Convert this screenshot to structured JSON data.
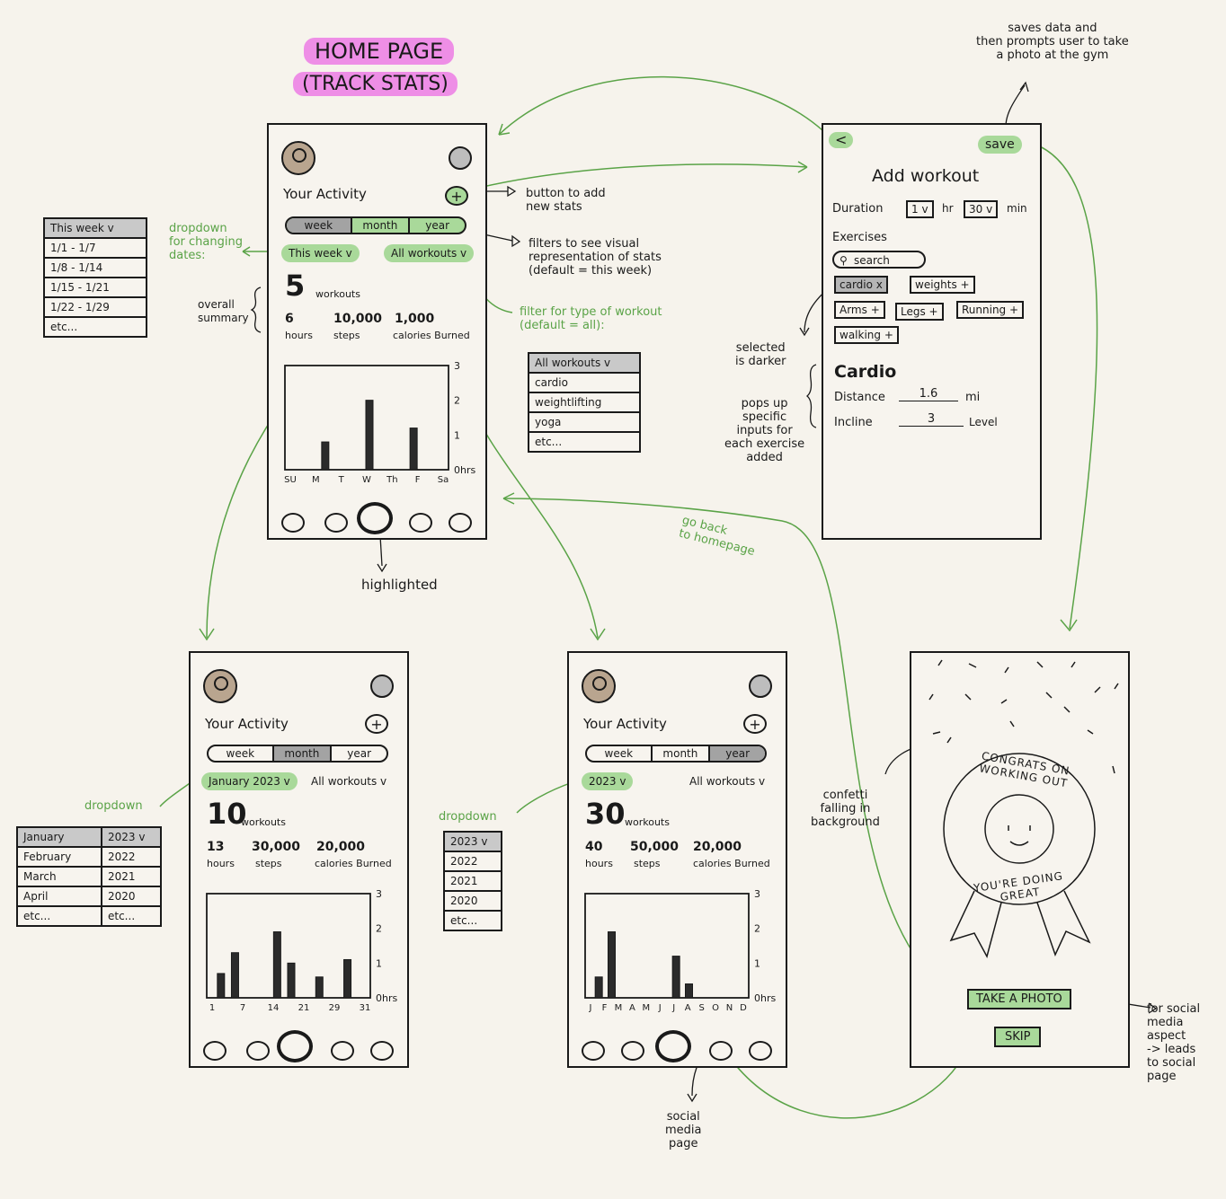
{
  "colors": {
    "arrow": "#5aa347",
    "highlight": "#a9d99a",
    "title_highlight": "#ee8ee6",
    "selected": "#a3a3a3"
  },
  "header": {
    "title": "HOME PAGE",
    "subtitle": "(TRACK STATS)"
  },
  "home": {
    "activity_label": "Your Activity",
    "plus": "+",
    "tabs": [
      "week",
      "month",
      "year"
    ],
    "date_filter": "This week v",
    "workout_filter": "All workouts v",
    "count": "5",
    "count_label": "workouts",
    "stats": [
      {
        "value": "6",
        "label": "hours"
      },
      {
        "value": "10,000",
        "label": "steps"
      },
      {
        "value": "1,000",
        "label": "calories Burned"
      }
    ],
    "y_ticks": [
      "3",
      "2",
      "1",
      "0hrs"
    ],
    "x_labels": [
      "SU",
      "M",
      "T",
      "W",
      "Th",
      "F",
      "Sa"
    ],
    "bars": [
      0,
      0.8,
      0,
      2.0,
      0,
      1.2,
      0
    ]
  },
  "month": {
    "activity_label": "Your Activity",
    "plus": "+",
    "tabs": [
      "week",
      "month",
      "year"
    ],
    "date_filter": "January 2023 v",
    "workout_filter": "All workouts v",
    "count": "10",
    "count_label": "workouts",
    "stats": [
      {
        "value": "13",
        "label": "hours"
      },
      {
        "value": "30,000",
        "label": "steps"
      },
      {
        "value": "20,000",
        "label": "calories Burned"
      }
    ],
    "y_ticks": [
      "3",
      "2",
      "1",
      "0hrs"
    ],
    "x_labels": [
      "1",
      "7",
      "14",
      "21",
      "29",
      "31"
    ],
    "bars": [
      0.7,
      1.3,
      0,
      0,
      1.9,
      1.0,
      0,
      0.6,
      0,
      1.1,
      0
    ]
  },
  "year": {
    "activity_label": "Your Activity",
    "plus": "+",
    "tabs": [
      "week",
      "month",
      "year"
    ],
    "date_filter": "2023 v",
    "workout_filter": "All workouts v",
    "count": "30",
    "count_label": "workouts",
    "stats": [
      {
        "value": "40",
        "label": "hours"
      },
      {
        "value": "50,000",
        "label": "steps"
      },
      {
        "value": "20,000",
        "label": "calories Burned"
      }
    ],
    "y_ticks": [
      "3",
      "2",
      "1",
      "0hrs"
    ],
    "x_labels": [
      "J",
      "F",
      "M",
      "A",
      "M",
      "J",
      "J",
      "A",
      "S",
      "O",
      "N",
      "D"
    ],
    "bars": [
      0.6,
      1.9,
      0,
      0,
      0,
      0,
      1.2,
      0.4,
      0,
      0,
      0,
      0
    ]
  },
  "week_dropdown": [
    "This week v",
    "1/1 - 1/7",
    "1/8 - 1/14",
    "1/15 - 1/21",
    "1/22 - 1/29",
    "etc..."
  ],
  "workout_dropdown": [
    "All workouts v",
    "cardio",
    "weightlifting",
    "yoga",
    "etc..."
  ],
  "month_dropdown": {
    "months": [
      "January",
      "February",
      "March",
      "April",
      "etc..."
    ],
    "years": [
      "2023 v",
      "2022",
      "2021",
      "2020",
      "etc..."
    ]
  },
  "year_dropdown": [
    "2023 v",
    "2022",
    "2021",
    "2020",
    "etc..."
  ],
  "add_workout": {
    "back": "<",
    "save": "save",
    "title": "Add workout",
    "duration_label": "Duration",
    "hr_value": "1 v",
    "hr_label": "hr",
    "min_value": "30 v",
    "min_label": "min",
    "exercises_label": "Exercises",
    "search": "search",
    "tags": [
      "cardio x",
      "weights +",
      "Arms +",
      "Legs +",
      "Running +",
      "walking +"
    ],
    "section": "Cardio",
    "distance_label": "Distance",
    "distance_value": "1.6",
    "distance_unit": "mi",
    "incline_label": "Incline",
    "incline_value": "3",
    "incline_unit": "Level"
  },
  "congrats": {
    "top": "CONGRATS ON WORKING OUT",
    "bottom": "YOU'RE DOING GREAT",
    "photo": "TAKE A PHOTO",
    "skip": "SKIP"
  },
  "notes": {
    "dropdown_dates": "dropdown\nfor changing\ndates:",
    "overall_summary": "overall\nsummary",
    "button_add": "button to add\nnew stats",
    "filters": "filters to see visual\nrepresentation of stats\n(default = this week)",
    "filter_type": "filter for type of workout\n(default = all):",
    "highlighted": "highlighted",
    "saves": "saves data and\nthen prompts user to take\na photo at the gym",
    "selected_darker": "selected\nis darker",
    "pops_up": "pops up\nspecific\ninputs for\neach exercise\nadded",
    "go_back": "go back\nto homepage",
    "confetti": "confetti\nfalling in\nbackground",
    "social_aspect": "for social\nmedia\naspect\n-> leads\nto social\npage",
    "social_page": "social\nmedia\npage",
    "dropdown1": "dropdown",
    "dropdown2": "dropdown"
  }
}
